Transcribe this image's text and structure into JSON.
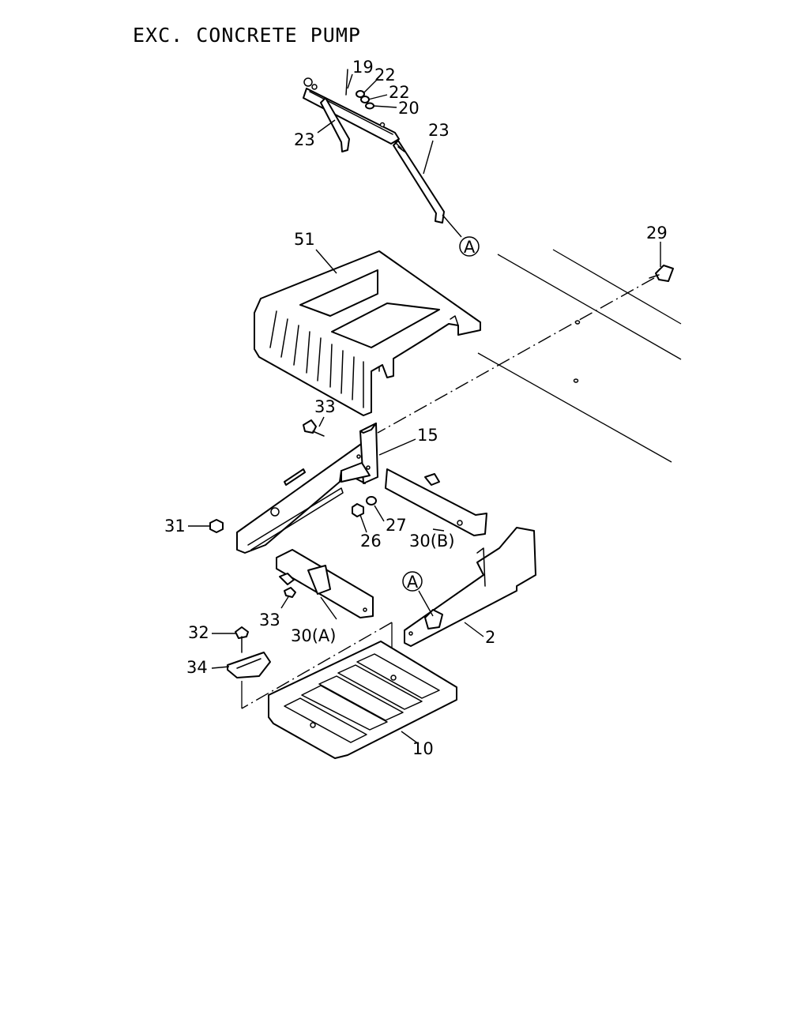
{
  "title": "EXC. CONCRETE PUMP",
  "callouts": {
    "c19": "19",
    "c22a": "22",
    "c22b": "22",
    "c20": "20",
    "c23a": "23",
    "c23b": "23",
    "cA1": "A",
    "c51": "51",
    "c29": "29",
    "c33a": "33",
    "c15": "15",
    "c31": "31",
    "c27": "27",
    "c26": "26",
    "c30b": "30(B)",
    "cA2": "A",
    "c33b": "33",
    "c30a": "30(A)",
    "c2": "2",
    "c32": "32",
    "c34": "34",
    "c10": "10"
  }
}
